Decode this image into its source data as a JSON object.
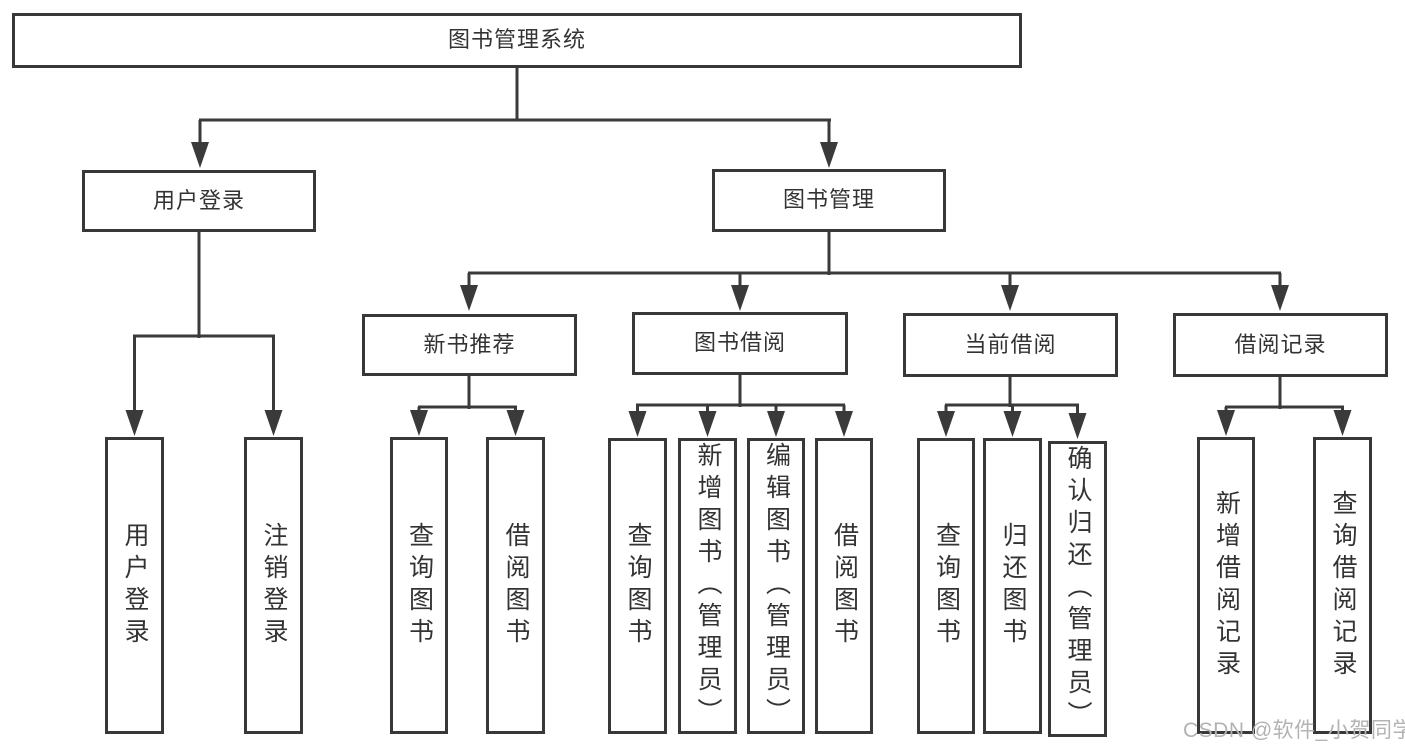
{
  "colors": {
    "background": "#ffffff",
    "line": "#3a3a3a",
    "box_border": "#383838",
    "text": "#333333",
    "watermark": "#b3b3b3"
  },
  "diagram": {
    "type": "tree",
    "root": {
      "label": "图书管理系统"
    },
    "level2": [
      {
        "label": "用户登录",
        "parent": "图书管理系统"
      },
      {
        "label": "图书管理",
        "parent": "图书管理系统"
      }
    ],
    "level3": [
      {
        "label": "新书推荐",
        "parent": "图书管理"
      },
      {
        "label": "图书借阅",
        "parent": "图书管理"
      },
      {
        "label": "当前借阅",
        "parent": "图书管理"
      },
      {
        "label": "借阅记录",
        "parent": "图书管理"
      }
    ],
    "leaves": [
      {
        "label": "用户登录",
        "parent": "用户登录"
      },
      {
        "label": "注销登录",
        "parent": "用户登录"
      },
      {
        "label": "查询图书",
        "parent": "新书推荐"
      },
      {
        "label": "借阅图书",
        "parent": "新书推荐"
      },
      {
        "label": "查询图书",
        "parent": "图书借阅"
      },
      {
        "label": "新增图书（管理员）",
        "parent": "图书借阅"
      },
      {
        "label": "编辑图书（管理员）",
        "parent": "图书借阅"
      },
      {
        "label": "借阅图书",
        "parent": "图书借阅"
      },
      {
        "label": "查询图书",
        "parent": "当前借阅"
      },
      {
        "label": "归还图书",
        "parent": "当前借阅"
      },
      {
        "label": "确认归还（管理员）",
        "parent": "当前借阅"
      },
      {
        "label": "新增借阅记录",
        "parent": "借阅记录"
      },
      {
        "label": "查询借阅记录",
        "parent": "借阅记录"
      }
    ]
  },
  "watermark": {
    "text": "CSDN @软件_小贺同学"
  }
}
